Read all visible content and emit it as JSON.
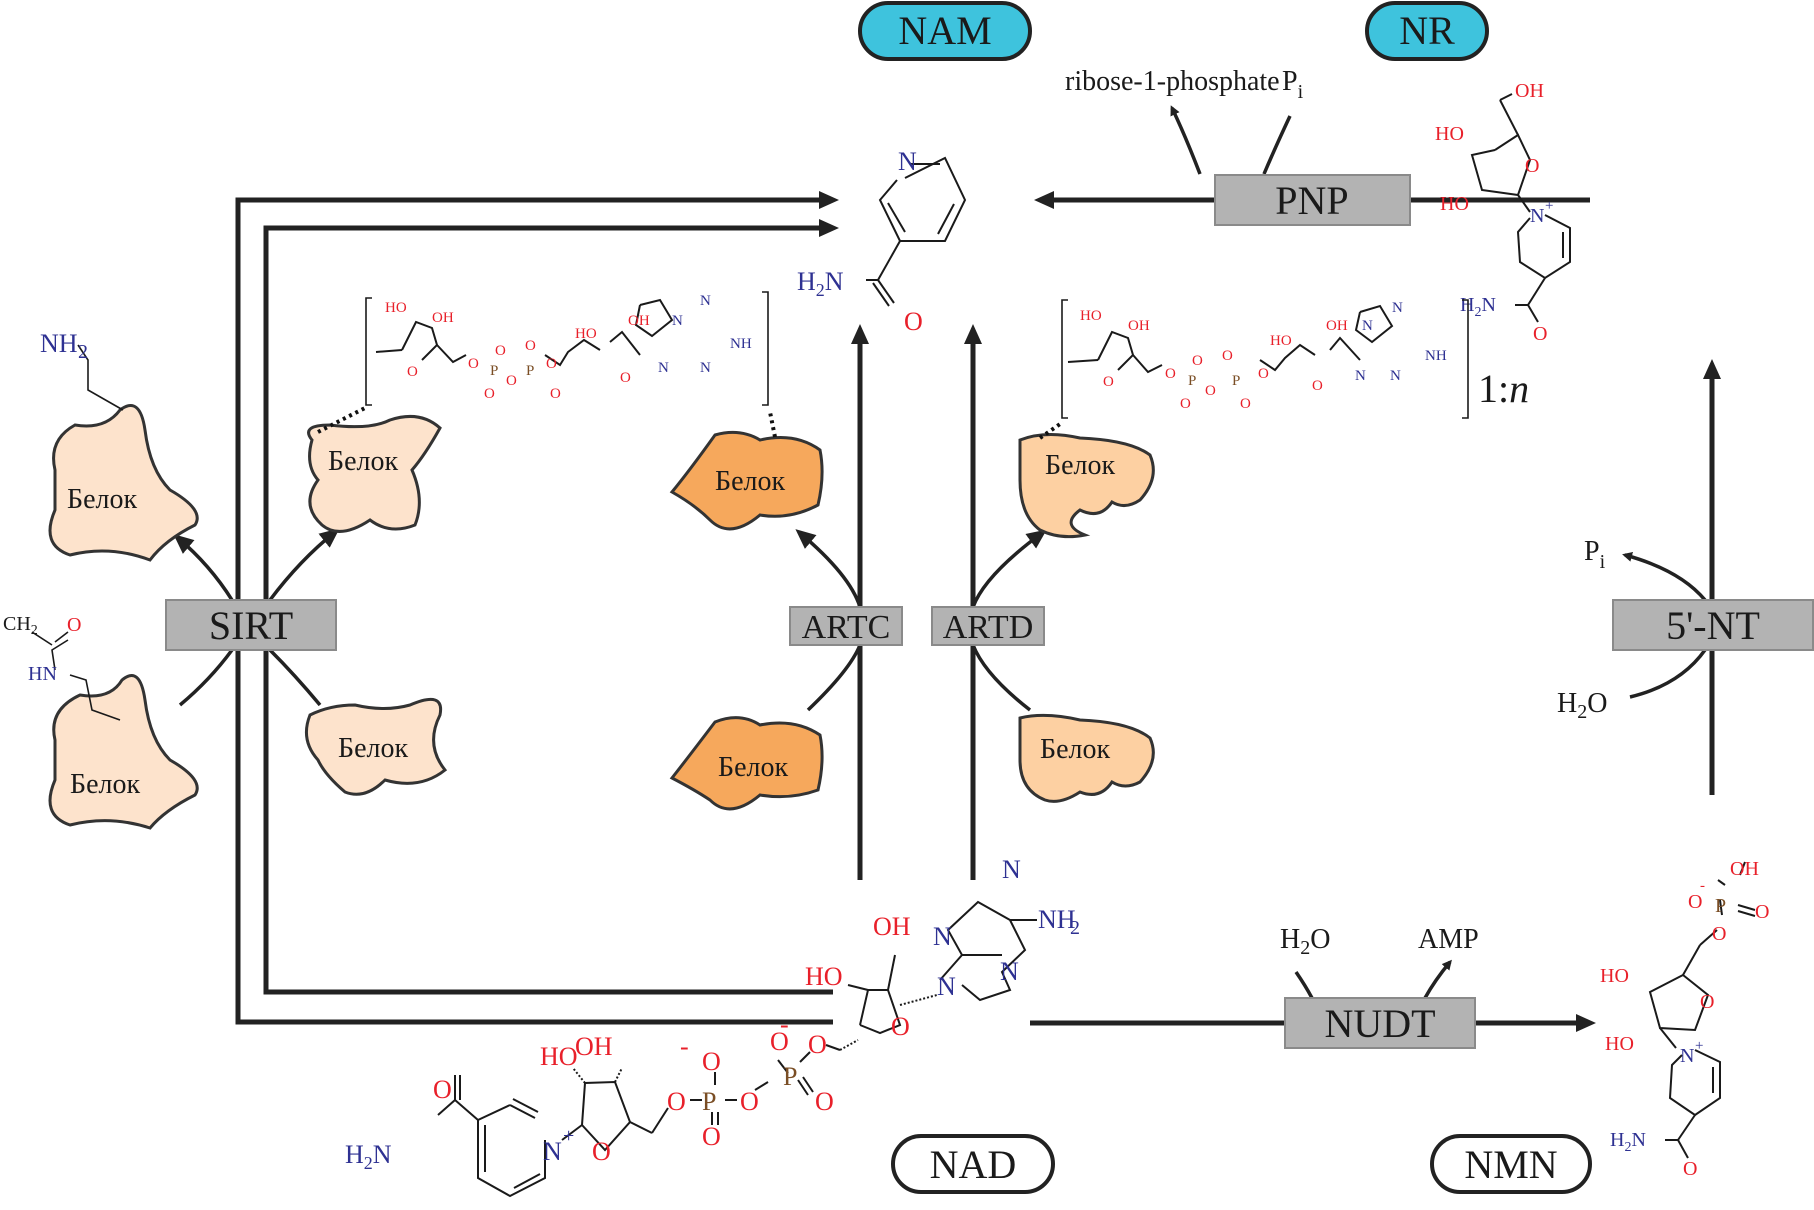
{
  "metabolites": {
    "nam": "NAM",
    "nr": "NR",
    "nad": "NAD",
    "nmn": "NMN"
  },
  "enzymes": {
    "sirt": "SIRT",
    "artc": "ARTC",
    "artd": "ARTD",
    "pnp": "PNP",
    "nt5": "5'-NT",
    "nudt": "NUDT"
  },
  "side_products": {
    "ribose_1_phosphate": "ribose-1-phosphate",
    "pi_main": "P",
    "pi_sub": "i",
    "h2o_h": "H",
    "h2o_sub": "2",
    "h2o_o": "O",
    "amp": "AMP"
  },
  "protein_label": "Белок",
  "poly_label_ratio": "1:",
  "poly_label_n": "n",
  "atoms": {
    "N": "N",
    "O": "O",
    "P": "P",
    "HO": "HO",
    "OH": "OH",
    "NH": "NH",
    "HN": "HN",
    "H2N_H": "H",
    "H2N_N": "N",
    "sub2": "2",
    "CH": "CH",
    "plus": "+",
    "minus": "-"
  },
  "colors": {
    "pill_cyan": "#3ec3dd",
    "enzyme_grey": "#b3b3b3",
    "protein_light": "#fde3cc",
    "protein_orange": "#f6a85c",
    "protein_medium": "#fdd0a2",
    "oxygen_red": "#e8202a",
    "nitrogen_blue": "#2e3192",
    "phosphorus_brown": "#7a4e25"
  }
}
